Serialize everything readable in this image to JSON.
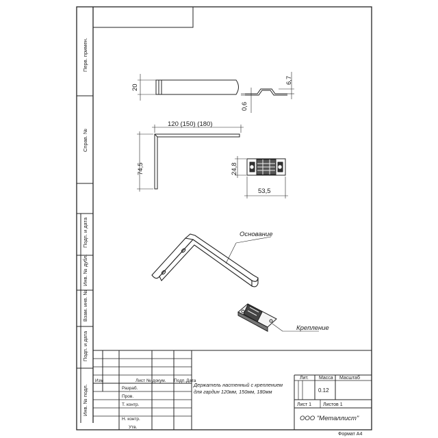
{
  "side_strip": {
    "perv_primen": "Перв. примен.",
    "sprav_no": "Справ. №",
    "podp_i_data_1": "Подп. и дата",
    "inv_no_dubl": "Инв. № дубл.",
    "vzam_inv_no": "Взам. инв. №",
    "podp_i_data_2": "Подп. и дата",
    "inv_no_podl": "Инв. № подл."
  },
  "dimensions": {
    "width_top": "20",
    "profile_height": "6,7",
    "thickness": "0,6",
    "length": "120 (150) (180)",
    "height": "74,5",
    "mount_height": "24,8",
    "mount_width": "53,5"
  },
  "labels": {
    "base": "Основание",
    "mount": "Крепление"
  },
  "title_block": {
    "headers": {
      "izm": "Изм",
      "list": "Лист",
      "doc_no": "№ докум.",
      "podp": "Подп.",
      "data": "Дата"
    },
    "roles": {
      "razrab": "Разраб.",
      "prov": "Пров.",
      "t_kontr": "Т. контр.",
      "n_kontr": "Н. контр.",
      "utv": "Утв."
    },
    "title_line1": "Держатель настенный с креплением",
    "title_line2": "для гардин 120мм, 150мм, 180мм",
    "lit_label": "Лит.",
    "massa_label": "Масса",
    "masshtab_label": "Масштаб",
    "massa_value": "0.12",
    "sheet": "Лист 1",
    "sheets": "Листов 1",
    "company": "ООО \"Металлист\""
  },
  "format": "Формат А4"
}
